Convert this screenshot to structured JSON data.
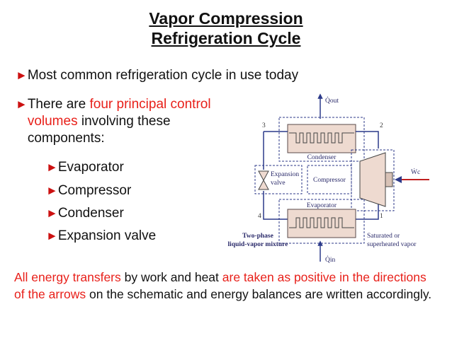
{
  "title": {
    "line1": "Vapor Compression",
    "line2": "Refrigeration Cycle"
  },
  "bullets": {
    "marker": "►",
    "item1": "Most common refrigeration cycle in use today",
    "item2_prefix": "There are ",
    "item2_highlight": "four principal control volumes",
    "item2_suffix": " involving these components:",
    "subitems": [
      "Evaporator",
      "Compressor",
      "Condenser",
      "Expansion valve"
    ]
  },
  "note": {
    "part1": "All energy transfers",
    "part2": " by work and heat ",
    "part3": "are taken as positive in the directions of the arrows",
    "part4": " on the schematic and energy balances are written accordingly."
  },
  "diagram": {
    "q_out": "Q̇out",
    "q_in": "Q̇in",
    "w_c": "Ẇc",
    "condenser": "Condenser",
    "evaporator": "Evaporator",
    "compressor": "Compressor",
    "expansion_valve_line1": "Expansion",
    "expansion_valve_line2": "valve",
    "state1": "1",
    "state2": "2",
    "state3": "3",
    "state4": "4",
    "two_phase_line1": "Two-phase",
    "two_phase_line2": "liquid-vapor mixture",
    "saturated_line1": "Saturated or",
    "saturated_line2": "superheated vapor"
  },
  "colors": {
    "accent_red": "#e8201a",
    "pipe": "#2c3a8a",
    "box_fill": "#eedad0"
  }
}
